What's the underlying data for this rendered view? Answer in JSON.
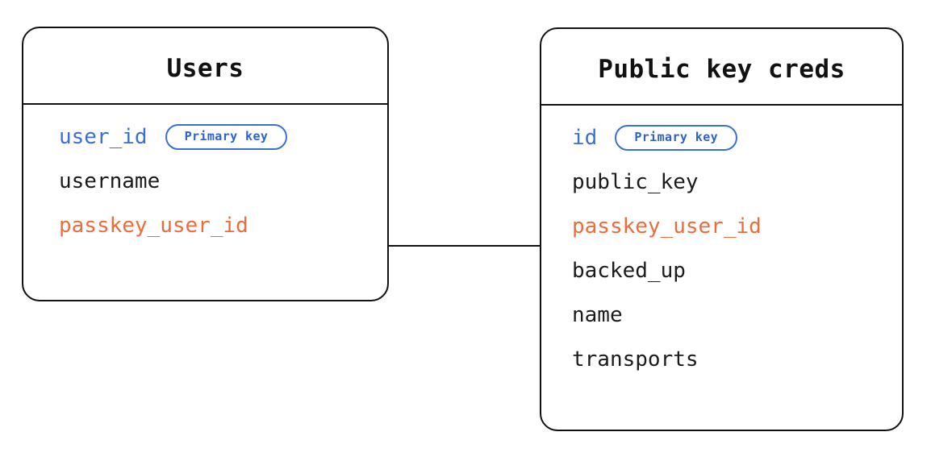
{
  "diagram": {
    "type": "entity-relationship",
    "background": "#ffffff"
  },
  "colors": {
    "border": "#111111",
    "text": "#1b1b1b",
    "primary_key": "#3b6fd4",
    "foreign_key": "#ef6c3a",
    "badge_text": "#2f62c9",
    "badge_border": "#3b6fd4",
    "badge_fill": "#ffffff",
    "connector": "#111111"
  },
  "entities": [
    {
      "id": "users",
      "title": "Users",
      "attributes": [
        {
          "name": "user_id",
          "role": "key",
          "badge": "Primary key"
        },
        {
          "name": "username",
          "role": "plain",
          "badge": null
        },
        {
          "name": "passkey_user_id",
          "role": "fk",
          "badge": null
        }
      ]
    },
    {
      "id": "credentials",
      "title": "Public key creds",
      "attributes": [
        {
          "name": "id",
          "role": "key",
          "badge": "Primary key"
        },
        {
          "name": "public_key",
          "role": "plain",
          "badge": null
        },
        {
          "name": "passkey_user_id",
          "role": "fk",
          "badge": null
        },
        {
          "name": "backed_up",
          "role": "plain",
          "badge": null
        },
        {
          "name": "name",
          "role": "plain",
          "badge": null
        },
        {
          "name": "transports",
          "role": "plain",
          "badge": null
        }
      ]
    }
  ],
  "relationships": [
    {
      "id": "users-to-credentials",
      "from": "users.passkey_user_id",
      "to": "credentials.passkey_user_id",
      "style": "straight-line"
    }
  ]
}
